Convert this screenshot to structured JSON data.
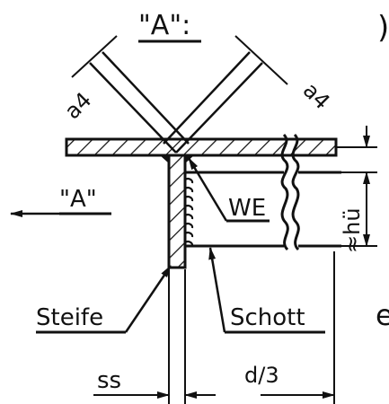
{
  "drawing": {
    "view_title": "\"A\":",
    "section_marker": "\"A\"",
    "weld_left": "a4",
    "weld_right": "a4",
    "weld_end": "WE",
    "stiffener": "Steife",
    "bulkhead": "Schott",
    "height_dim": "≈hü",
    "stiffener_thickness": "ss",
    "offset_dim": "d/3",
    "edge_glyph_top": ")",
    "edge_glyph_bottom": "e"
  },
  "colors": {
    "ink": "#111111",
    "paper": "#ffffff"
  }
}
